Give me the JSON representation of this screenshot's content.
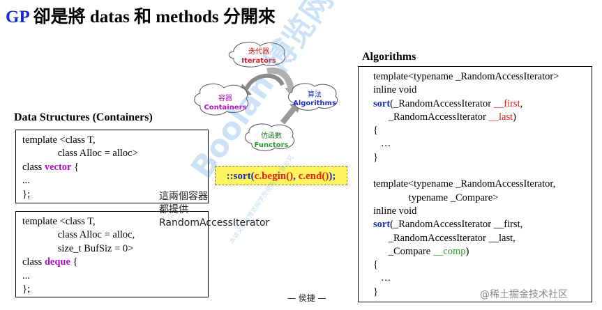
{
  "title": {
    "prefix": "GP",
    "rest": " 卻是將 datas 和 methods 分開來"
  },
  "data_structures": {
    "heading": "Data Structures (Containers)",
    "vector_box": {
      "l1": "template <class T,",
      "l2": "              class Alloc = alloc>",
      "l3_a": "class ",
      "l3_kw": "vector",
      "l3_b": " {",
      "l4": "...",
      "l5": "};"
    },
    "deque_box": {
      "l1": "template <class T,",
      "l2": "              class Alloc = alloc,",
      "l3": "              size_t BufSiz = 0>",
      "l4_a": "class ",
      "l4_kw": "deque",
      "l4_b": " {",
      "l5": "...",
      "l6": "};"
    }
  },
  "diagram": {
    "iterators": {
      "cn": "迭代器",
      "en": "Iterators"
    },
    "containers": {
      "cn": "容器",
      "en": "Containers"
    },
    "algorithms": {
      "cn": "算法",
      "en": "Algorithms"
    },
    "functors": {
      "cn": "仿函數",
      "en": "Functors"
    }
  },
  "sort_call": {
    "prefix": "::sort(",
    "arg1": "c.begin()",
    "sep": ", ",
    "arg2": "c.end()",
    "suffix": ");"
  },
  "note": {
    "l1": "這兩個容器",
    "l2": "都提供",
    "l3": "RandomAccessIterator"
  },
  "algorithms": {
    "heading": "Algorithms",
    "l1": "template<typename _RandomAccessIterator>",
    "l2": "inline void",
    "l3_kw": "sort",
    "l3_a": "(_RandomAccessIterator ",
    "l3_red": "__first",
    "l4_a": "      _RandomAccessIterator ",
    "l4_red": "__last",
    "l5": "{",
    "l6": "   …",
    "l7": "}",
    "l8": "template<typename _RandomAccessIterator,",
    "l9": "              typename _Compare>",
    "l10": "inline void",
    "l11_kw": "sort",
    "l11_a": "(_RandomAccessIterator __first,",
    "l12": "      _RandomAccessIterator __last,",
    "l13_a": "      _Compare ",
    "l13_green": "__comp",
    "l14": "{",
    "l15": "   …",
    "l16": "}"
  },
  "footer": "— 侯捷 —",
  "watermarks": {
    "big": "Boolan 博览网",
    "small": "本讲义仅供博览网学员使用，仿冒必究",
    "corner": "@稀土掘金技术社区"
  },
  "colors": {
    "blue": "#1a2cc8",
    "purple": "#b011c4",
    "red": "#e8201a",
    "green": "#2f9a2f",
    "highlight": "#fff45e"
  }
}
